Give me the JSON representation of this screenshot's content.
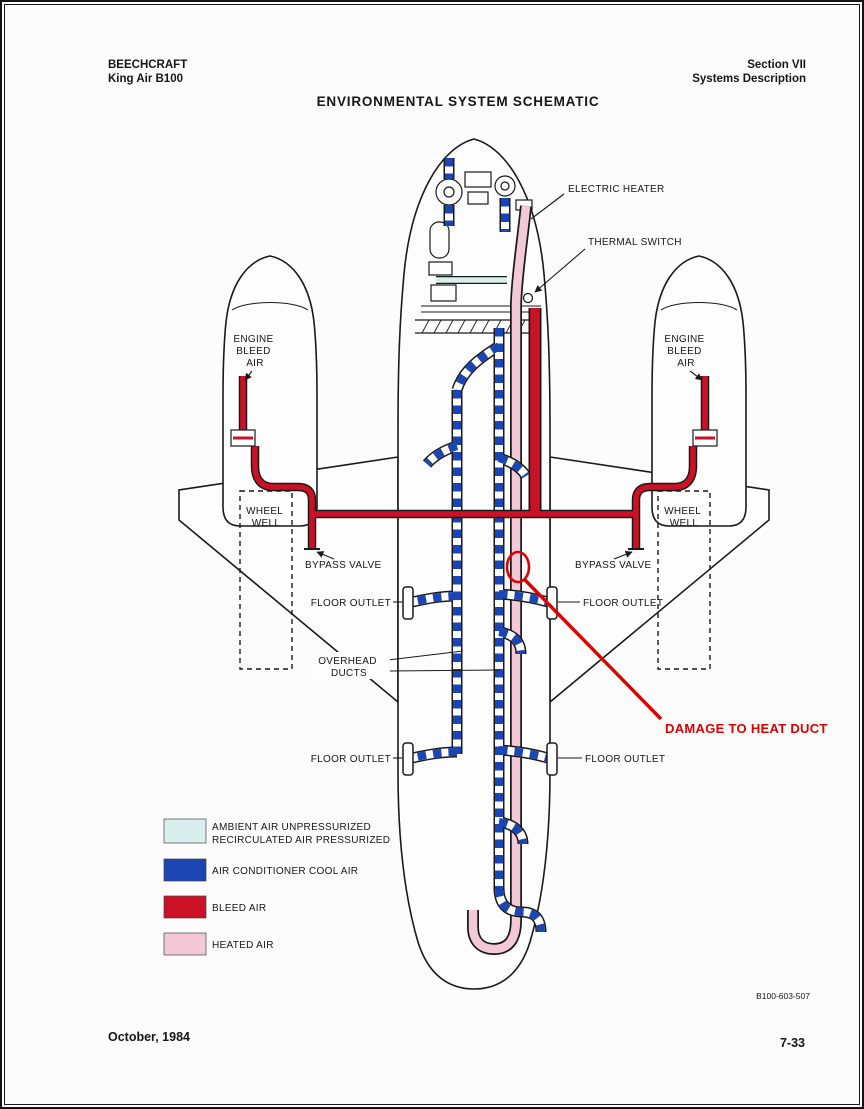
{
  "header": {
    "manufacturer": "BEECHCRAFT",
    "model": "King Air B100",
    "section": "Section VII",
    "section_subtitle": "Systems Description",
    "title": "ENVIRONMENTAL SYSTEM SCHEMATIC"
  },
  "diagram": {
    "labels": {
      "electric_heater": "ELECTRIC HEATER",
      "thermal_switch": "THERMAL SWITCH",
      "engine_bleed": [
        "ENGINE",
        "BLEED",
        "AIR"
      ],
      "wheel_well": [
        "WHEEL",
        "WELL"
      ],
      "bypass_valve": "BYPASS VALVE",
      "floor_outlet": "FLOOR OUTLET",
      "overhead_ducts": [
        "OVERHEAD",
        "DUCTS"
      ],
      "damage_annotation": "DAMAGE TO HEAT DUCT",
      "figure_number": "B100-603-507"
    },
    "colors": {
      "ambient_air": "#d8efee",
      "cool_air": "#1b45b3",
      "bleed_air": "#cc1126",
      "heated_air": "#f4c9d7",
      "annotation": "#dd0000",
      "line": "#1a1a1a"
    }
  },
  "legend": {
    "items": [
      {
        "name": "ambient-air",
        "color": "#d8efee",
        "lines": [
          "AMBIENT AIR UNPRESSURIZED",
          "RECIRCULATED AIR PRESSURIZED"
        ]
      },
      {
        "name": "cool-air",
        "color": "#1b45b3",
        "lines": [
          "AIR CONDITIONER COOL AIR"
        ]
      },
      {
        "name": "bleed-air",
        "color": "#cc1126",
        "lines": [
          "BLEED AIR"
        ]
      },
      {
        "name": "heated-air",
        "color": "#f4c9d7",
        "lines": [
          "HEATED AIR"
        ]
      }
    ]
  },
  "footer": {
    "date": "October, 1984",
    "page": "7-33"
  }
}
